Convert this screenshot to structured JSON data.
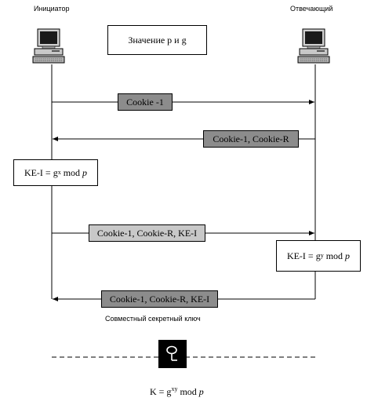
{
  "parties": {
    "initiator": "Инициатор",
    "responder": "Отвечающий"
  },
  "params_box": "Значение p и g",
  "messages": [
    {
      "text": "Cookie -1",
      "direction": "right"
    },
    {
      "text": "Cookie-1, Cookie-R",
      "direction": "left"
    },
    {
      "text": "Cookie-1, Cookie-R, KE-I",
      "direction": "right"
    },
    {
      "text": "Cookie-1, Cookie-R, KE-I",
      "direction": "left"
    }
  ],
  "ke_initiator": {
    "prefix": "KE-I = g",
    "exponent": "x",
    "suffix": " mod ",
    "modulus": "p"
  },
  "ke_responder": {
    "prefix": "KE-I = g",
    "exponent": "y",
    "suffix": " mod ",
    "modulus": "p"
  },
  "shared_secret_caption": "Совместный секретный ключ",
  "final_key": {
    "prefix": "K = g",
    "exponent": "xy",
    "suffix": " mod ",
    "modulus": "p"
  },
  "icons": {
    "computer": "desktop-computer-icon",
    "key": "key-icon"
  },
  "colors": {
    "message_dark": "#8c8c8c",
    "message_light": "#c8c8c8",
    "line": "#000000"
  }
}
